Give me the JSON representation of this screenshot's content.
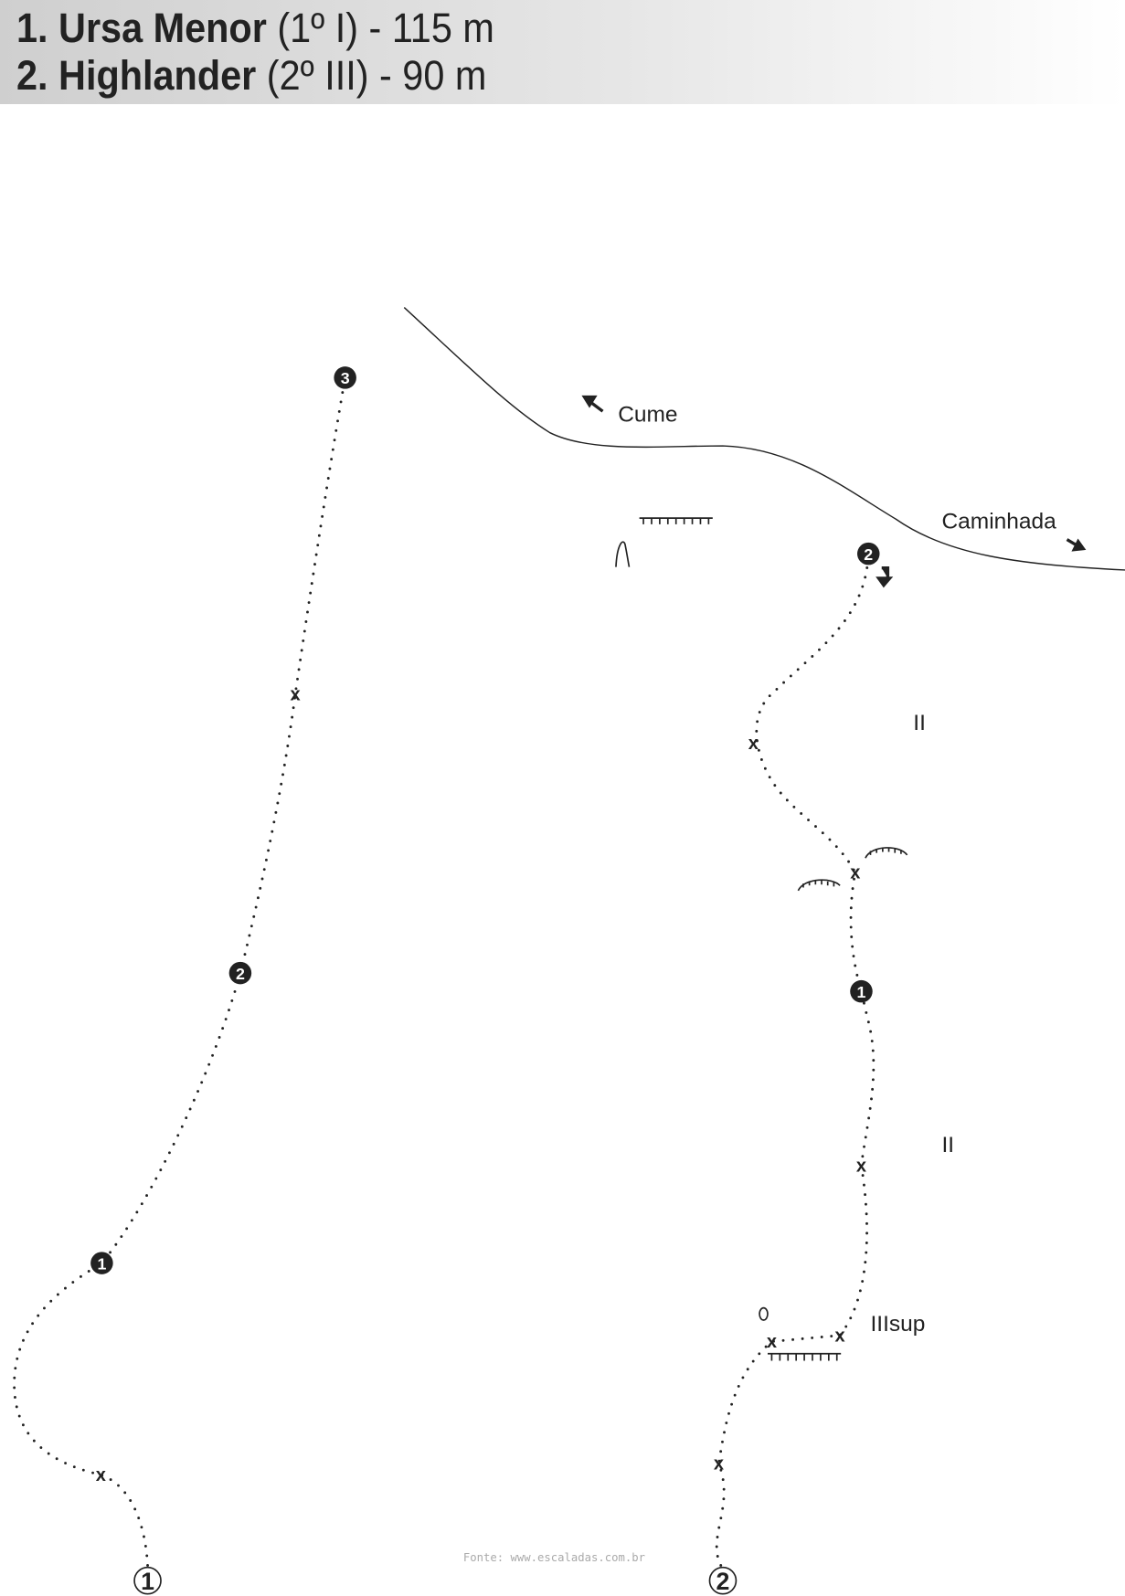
{
  "header": {
    "route1": {
      "number": "1.",
      "name": "Ursa Menor",
      "grade": "(1º I) - 115 m"
    },
    "route2": {
      "number": "2.",
      "name": "Highlander",
      "grade": "(2º III) - 90 m"
    }
  },
  "labels": {
    "summit": "Cume",
    "walk": "Caminhada",
    "grade_ii_a": "II",
    "grade_ii_b": "II",
    "grade_iiisup": "IIIsup"
  },
  "route1": {
    "start": "1",
    "belays": [
      "1",
      "2",
      "3"
    ]
  },
  "route2": {
    "start": "2",
    "belays": [
      "1",
      "2"
    ]
  },
  "bolt_mark": "x",
  "source": "Fonte: www.escaladas.com.br"
}
